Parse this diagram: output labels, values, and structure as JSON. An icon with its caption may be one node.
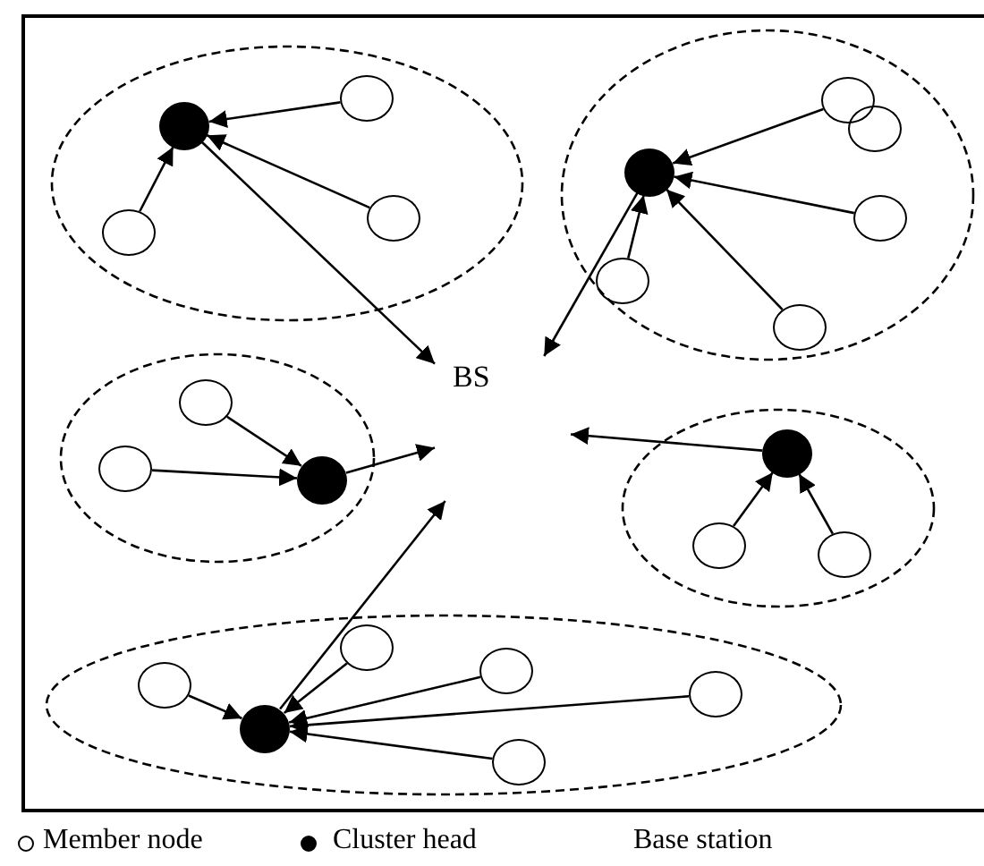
{
  "diagram": {
    "nodes": [
      {
        "text": [],
        "shape": "ellipse"
      },
      {
        "text": [],
        "shape": "circle",
        "in": 0
      },
      {
        "text": [],
        "shape": "circle",
        "in": 0
      },
      {
        "text": [],
        "shape": "circle",
        "in": 0
      },
      {
        "text": [],
        "shape": "circle",
        "in": 0
      },
      {
        "text": [],
        "shape": "ellipse"
      },
      {
        "text": [],
        "shape": "circle",
        "in": 5
      },
      {
        "text": [],
        "shape": "circle",
        "in": 5
      },
      {
        "text": [],
        "shape": "circle",
        "in": 5
      },
      {
        "text": [],
        "shape": "circle",
        "in": 5
      },
      {
        "text": [],
        "shape": "circle",
        "in": 5
      },
      {
        "text": [],
        "shape": "circle",
        "in": 5
      },
      {
        "text": [
          "BS"
        ]
      },
      {
        "text": [],
        "shape": "ellipse"
      },
      {
        "text": [],
        "shape": "circle",
        "in": 13
      },
      {
        "text": [],
        "shape": "circle",
        "in": 13
      },
      {
        "text": [],
        "shape": "circle",
        "in": 13
      },
      {
        "text": [],
        "shape": "ellipse"
      },
      {
        "text": [],
        "shape": "circle",
        "in": 17
      },
      {
        "text": [],
        "shape": "circle",
        "in": 17
      },
      {
        "text": [],
        "shape": "circle",
        "in": 17
      },
      {
        "text": [],
        "shape": "ellipse"
      },
      {
        "text": [],
        "shape": "circle",
        "in": 21
      },
      {
        "text": [],
        "shape": "circle",
        "in": 21
      },
      {
        "text": [],
        "shape": "circle",
        "in": 21
      },
      {
        "text": [],
        "shape": "circle",
        "in": 21
      },
      {
        "text": [],
        "shape": "circle",
        "in": 21
      },
      {
        "text": [],
        "shape": "circle",
        "in": 21
      }
    ],
    "edges": [
      {
        "from": 2,
        "to": 1,
        "arrow": "to"
      },
      {
        "from": 4,
        "to": 1,
        "arrow": "to"
      },
      {
        "from": 3,
        "to": 1,
        "arrow": "to"
      },
      {
        "from": 1,
        "to": 12,
        "arrow": "to"
      },
      {
        "from": 7,
        "to": 6,
        "arrow": "to"
      },
      {
        "from": 9,
        "to": 6,
        "arrow": "to"
      },
      {
        "from": 11,
        "to": 6,
        "arrow": "to"
      },
      {
        "from": 10,
        "to": 6,
        "arrow": "to"
      },
      {
        "from": 6,
        "to": 12,
        "arrow": "to"
      },
      {
        "from": 14,
        "to": 16,
        "arrow": "to"
      },
      {
        "from": 15,
        "to": 16,
        "arrow": "to"
      },
      {
        "from": 16,
        "to": 12,
        "arrow": "to"
      },
      {
        "from": 18,
        "to": 12,
        "arrow": "to"
      },
      {
        "from": 19,
        "to": 18,
        "arrow": "to"
      },
      {
        "from": 20,
        "to": 18,
        "arrow": "to"
      },
      {
        "from": 24,
        "to": 26,
        "arrow": "to"
      },
      {
        "from": 22,
        "to": 26,
        "arrow": "to"
      },
      {
        "from": 23,
        "to": 26,
        "arrow": "to"
      },
      {
        "from": 25,
        "to": 26,
        "arrow": "to"
      },
      {
        "from": 27,
        "to": 26,
        "arrow": "to"
      },
      {
        "from": 26,
        "to": 12,
        "arrow": "to"
      }
    ],
    "legend": [
      {
        "text": "Member node"
      },
      {
        "text": "Cluster head"
      },
      {
        "text": "Base station"
      }
    ]
  }
}
